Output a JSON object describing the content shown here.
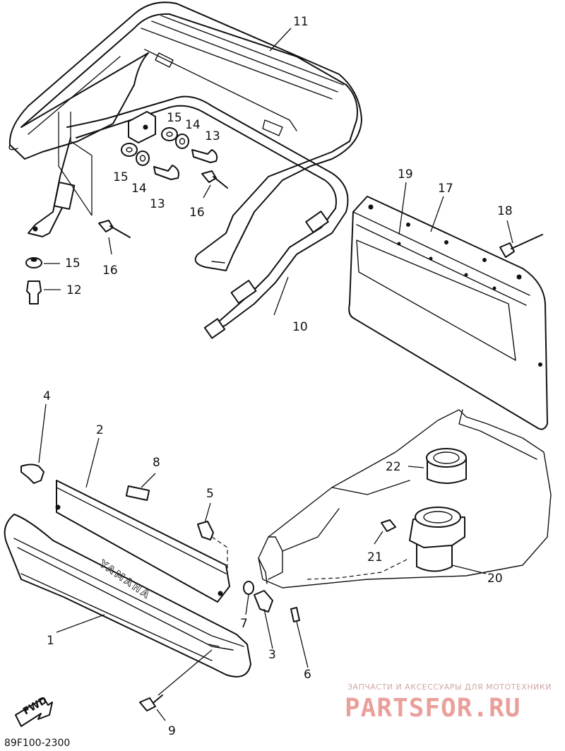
{
  "diagram": {
    "code": "89F100-2300",
    "fwd_label": "FWD",
    "emboss_text": "YAMAHA",
    "callouts": [
      "11",
      "15",
      "14",
      "13",
      "15",
      "14",
      "13",
      "16",
      "16",
      "15",
      "12",
      "10",
      "19",
      "17",
      "18",
      "4",
      "2",
      "8",
      "5",
      "22",
      "21",
      "20",
      "7",
      "3",
      "6",
      "1",
      "9"
    ]
  },
  "watermark": {
    "line1": "ЗАПЧАСТИ И АКСЕССУАРЫ ДЛЯ МОТОТЕХНИКИ",
    "logo": "PARTSFOR.RU"
  }
}
